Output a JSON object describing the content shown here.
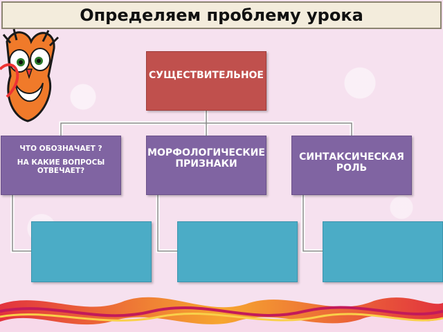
{
  "title": "Определяем проблему урока",
  "diagram": {
    "root": "СУЩЕСТВИТЕЛЬНОЕ",
    "children": [
      {
        "line1": "ЧТО ОБОЗНАЧАЕТ ?",
        "line2": "НА КАКИЕ ВОПРОСЫ ОТВЕЧАЕТ?"
      },
      {
        "label": "МОРФОЛОГИЧЕСКИЕ ПРИЗНАКИ"
      },
      {
        "label": "СИНТАКСИЧЕСКАЯ РОЛЬ"
      }
    ],
    "answer_boxes": [
      "",
      "",
      ""
    ]
  },
  "colors": {
    "root": "#c0504d",
    "level2": "#8064a2",
    "level3": "#4bacc6",
    "title_bg": "#f3ecdc"
  },
  "decorations": {
    "mascot": "cartoon-owl-icon",
    "bottom_strip": "ribbon-decoration"
  }
}
